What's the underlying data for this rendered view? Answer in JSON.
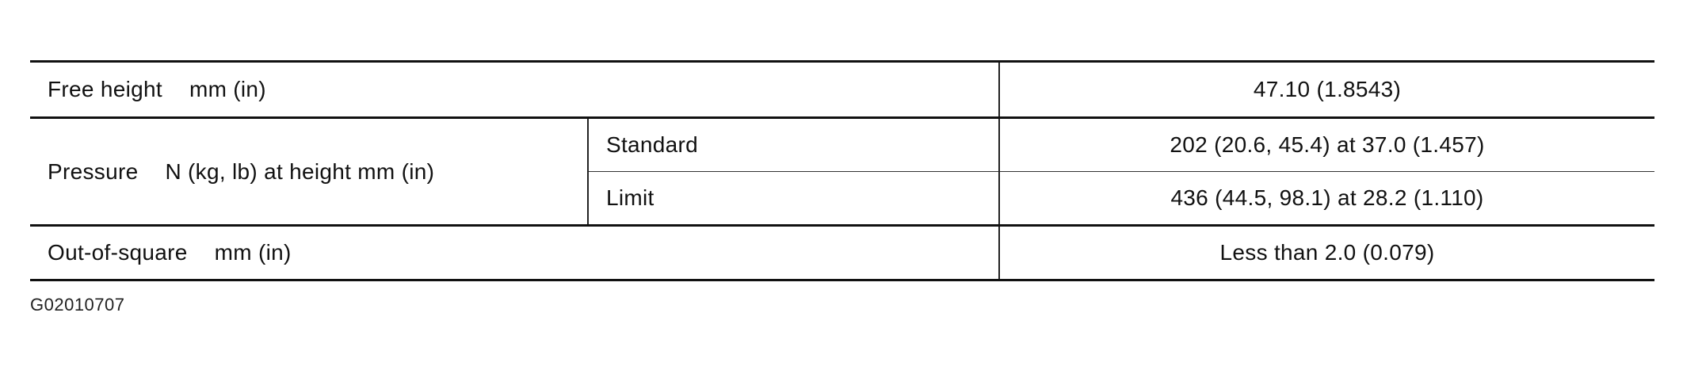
{
  "table": {
    "free_height": {
      "label": "Free height",
      "unit": "mm (in)",
      "value": "47.10 (1.8543)"
    },
    "pressure": {
      "label": "Pressure",
      "unit": "N (kg, lb) at height mm (in)",
      "standard": {
        "label": "Standard",
        "value": "202 (20.6, 45.4) at 37.0 (1.457)"
      },
      "limit": {
        "label": "Limit",
        "value": "436 (44.5, 98.1) at 28.2 (1.110)"
      }
    },
    "out_of_square": {
      "label": "Out-of-square",
      "unit": "mm (in)",
      "value": "Less than 2.0 (0.079)"
    }
  },
  "footnote": "G02010707"
}
